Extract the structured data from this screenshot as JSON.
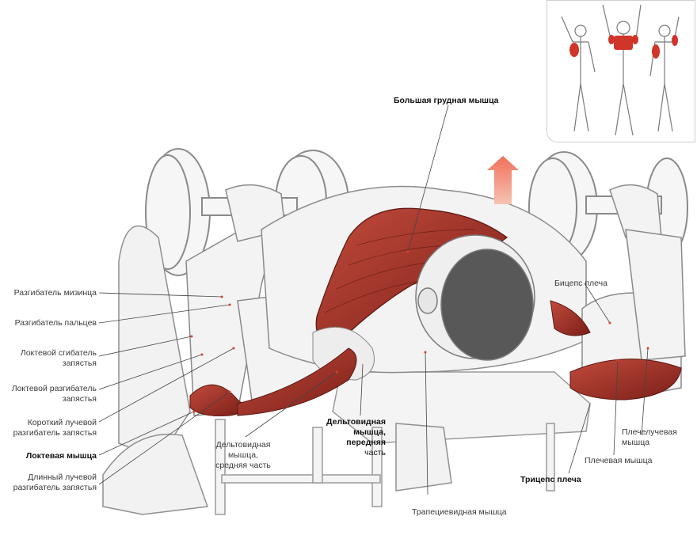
{
  "labels": {
    "pectoralis_major": "Большая грудная мышца",
    "extensor_digiti_minimi": "Разгибатель мизинца",
    "extensor_digitorum": "Разгибатель пальцев",
    "flexor_carpi_ulnaris": [
      "Локтевой сгибатель",
      "запястья"
    ],
    "extensor_carpi_ulnaris": [
      "Локтевой разгибатель",
      "запястья"
    ],
    "extensor_carpi_radialis_brevis": [
      "Короткий лучевой",
      "разгибатель запястья"
    ],
    "anconeus": "Локтевая мышца",
    "extensor_carpi_radialis_longus": [
      "Длинный лучевой",
      "разгибатель запястья"
    ],
    "deltoid_middle": [
      "Дельтовидная",
      "мышца,",
      "средняя часть"
    ],
    "deltoid_anterior": [
      "Дельтовидная",
      "мышца,",
      "передняя",
      "часть"
    ],
    "trapezius": "Трапециевидная мышца",
    "biceps": "Бицепс плеча",
    "brachioradialis": [
      "Плечелучевая",
      "мышца"
    ],
    "brachialis": "Плечевая мышца",
    "triceps": "Трицепс плеча"
  },
  "colors": {
    "muscle_red": "#a8322a",
    "muscle_dark": "#6e1c16",
    "line_art": "#8a8a8a",
    "arrow": "#e8826a"
  },
  "icons": [
    "up-arrow-icon",
    "dumbbell-icon"
  ]
}
